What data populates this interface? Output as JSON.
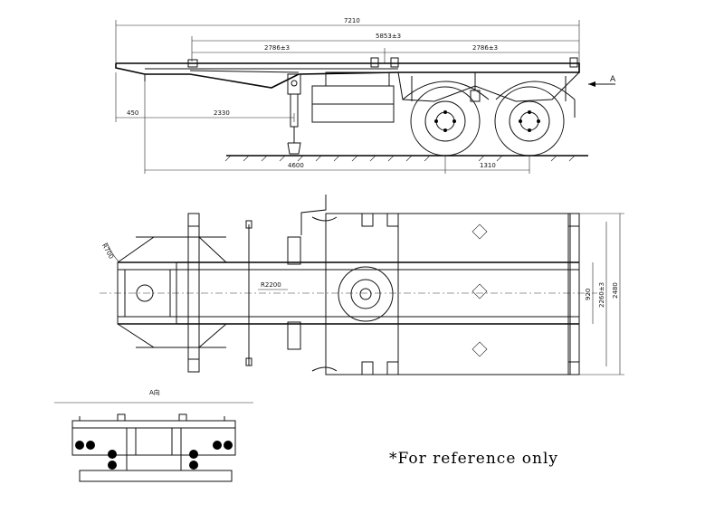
{
  "side_view": {
    "overall_length": "7210",
    "wheelbase_span": "5853±3",
    "left_pin_spacing": "2786±3",
    "right_pin_spacing": "2786±3",
    "front_overhang": "450",
    "kingpin_to_leg": "2330",
    "kingpin_to_axle": "4600",
    "axle_spacing": "1310",
    "view_arrow_label": "A"
  },
  "plan_view": {
    "front_radius": "R700",
    "swing_radius": "R2200",
    "inner_width": "920",
    "mid_width": "2260±3",
    "overall_width": "2480"
  },
  "rear_view": {
    "label": "A向"
  },
  "note": "*For reference only"
}
